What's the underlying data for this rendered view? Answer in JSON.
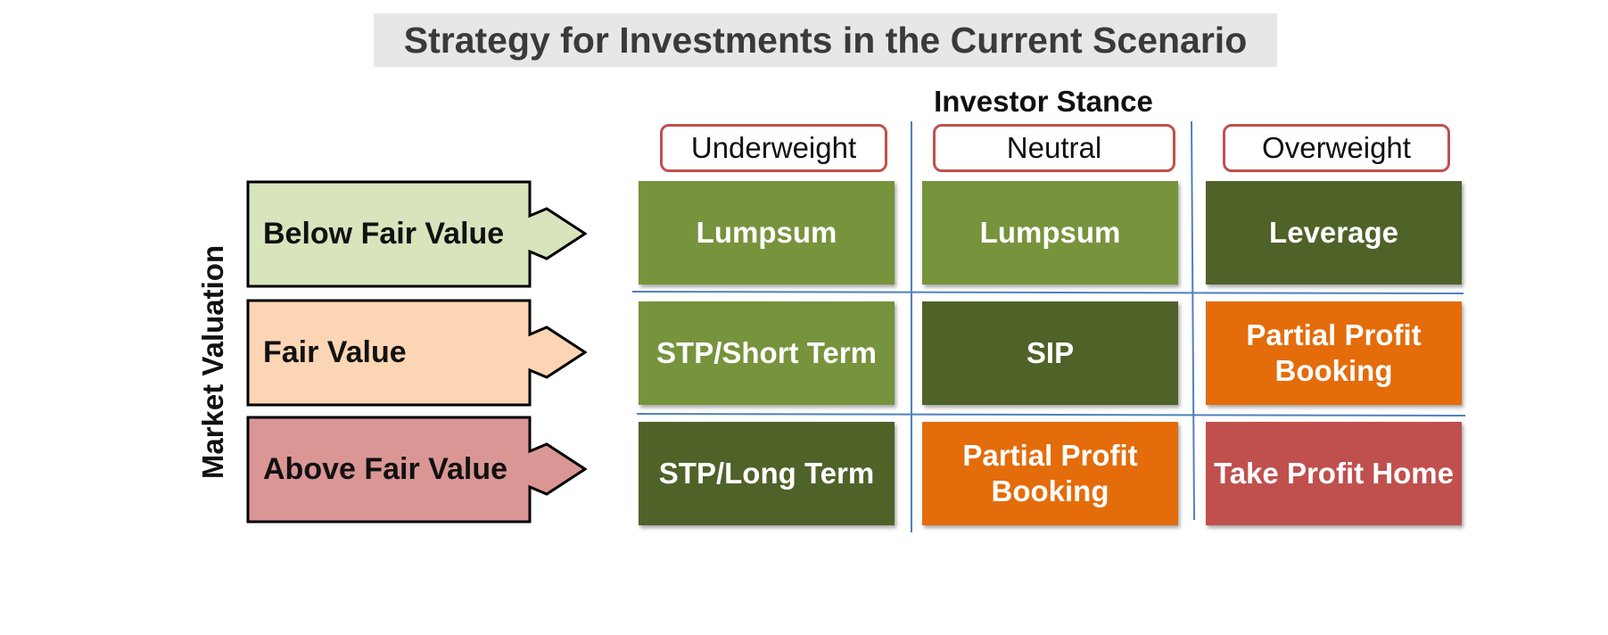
{
  "title": "Strategy for Investments in the Current Scenario",
  "investor_stance_label": "Investor Stance",
  "market_valuation_label": "Market Valuation",
  "columns": [
    "Underweight",
    "Neutral",
    "Overweight"
  ],
  "rows": [
    {
      "label": "Below Fair Value",
      "color": "#d8e4bc"
    },
    {
      "label": "Fair Value",
      "color": "#fcd5b4"
    },
    {
      "label": "Above Fair Value",
      "color": "#da9694"
    }
  ],
  "cells": [
    [
      {
        "text": "Lumpsum",
        "color": "#77933c"
      },
      {
        "text": "Lumpsum",
        "color": "#77933c"
      },
      {
        "text": "Leverage",
        "color": "#4f6228"
      }
    ],
    [
      {
        "text": "STP/Short Term",
        "color": "#77933c"
      },
      {
        "text": "SIP",
        "color": "#4f6228"
      },
      {
        "text": "Partial Profit Booking",
        "color": "#e46c0a"
      }
    ],
    [
      {
        "text": "STP/Long Term",
        "color": "#4f6228"
      },
      {
        "text": "Partial Profit Booking",
        "color": "#e46c0a"
      },
      {
        "text": "Take Profit Home",
        "color": "#c0504d"
      }
    ]
  ],
  "colors": {
    "header_border": "#c0504d",
    "divider": "#4f81bd",
    "title_background": "#e7e7e7"
  }
}
